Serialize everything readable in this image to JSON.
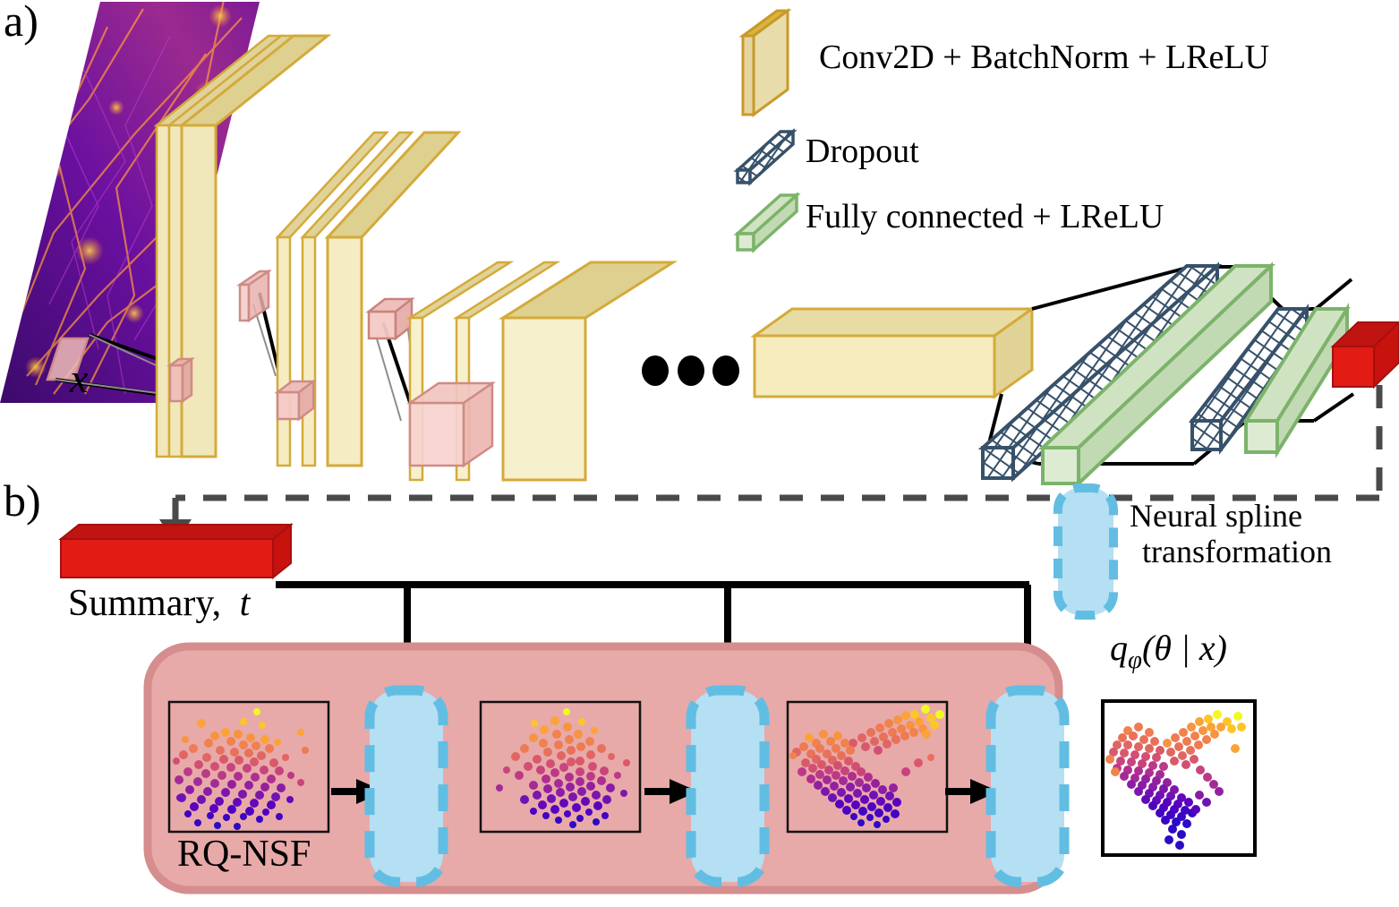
{
  "figure": {
    "type": "neural-network-architecture-diagram",
    "panels": [
      {
        "id": "a",
        "label": "a)",
        "description": "Convolutional summary network mapping input field x to a summary vector t"
      },
      {
        "id": "b",
        "label": "b)",
        "description": "Normalizing-flow posterior estimator conditioned on the summary"
      }
    ]
  },
  "legend": {
    "items": [
      {
        "key": "conv",
        "label": "Conv2D + BatchNorm + LReLU",
        "icon": "conv-slab-icon",
        "fill": "#eadfae",
        "stroke": "#d4aa3a"
      },
      {
        "key": "dropout",
        "label": "Dropout",
        "icon": "dropout-hatched-tube-icon",
        "fill": "#ffffff",
        "stroke": "#37516a"
      },
      {
        "key": "fc",
        "label": "Fully connected + LReLU",
        "icon": "fc-tube-icon",
        "fill": "#cfe3c3",
        "stroke": "#7cb36a"
      }
    ]
  },
  "panel_a": {
    "input_label": "x",
    "input_image_name": "cosmic-web-density-field",
    "ellipsis": "•••",
    "blocks": {
      "conv_stack_1": {
        "count": 3,
        "name": "conv-stack-1"
      },
      "conv_stack_2": {
        "count": 3,
        "name": "conv-stack-2"
      },
      "conv_stack_3": {
        "count": 3,
        "name": "conv-stack-3"
      },
      "flat_conv": {
        "count": 1,
        "name": "flattened-conv-block"
      },
      "dropout_1": {
        "name": "dropout-layer-1"
      },
      "fc_1": {
        "name": "fully-connected-layer-1"
      },
      "dropout_2": {
        "name": "dropout-layer-2"
      },
      "fc_2": {
        "name": "fully-connected-layer-2"
      },
      "summary_out": {
        "name": "summary-output-block",
        "color": "#e21b15"
      }
    },
    "kernel_patch_color": "#e8a0a0"
  },
  "panel_b": {
    "summary_label": "Summary,",
    "summary_symbol": "t",
    "summary_color": "#e21b15",
    "container_label": "RQ-NSF",
    "container_color": "#e8a9a9",
    "spline_legend_label_line1": "Neural spline",
    "spline_legend_label_line2": "transformation",
    "spline_fill": "#b5dff2",
    "spline_stroke": "#62bde3",
    "posterior_label": "q",
    "posterior_label_sub": "φ",
    "posterior_label_rest": "(θ | x)",
    "spline_block_count": 3,
    "scatter_panel_count": 3
  },
  "chart_data": [
    {
      "type": "scatter",
      "name": "rqnsf-stage-1-samples",
      "title": "",
      "colormap": "plasma",
      "shape": "isotropic-gaussian-blob",
      "n_points": 520,
      "xlim": [
        0,
        1
      ],
      "ylim": [
        0,
        1
      ],
      "color_by": "y-coordinate",
      "center": [
        0.48,
        0.5
      ],
      "spread": [
        0.17,
        0.18
      ]
    },
    {
      "type": "scatter",
      "name": "rqnsf-stage-2-samples",
      "title": "",
      "colormap": "plasma",
      "shape": "skewed-peaked-blob",
      "n_points": 520,
      "xlim": [
        0,
        1
      ],
      "ylim": [
        0,
        1
      ],
      "color_by": "y-coordinate",
      "center": [
        0.47,
        0.52
      ],
      "spread": [
        0.19,
        0.19
      ]
    },
    {
      "type": "scatter",
      "name": "rqnsf-stage-3-samples",
      "title": "",
      "colormap": "plasma",
      "shape": "bimodal-elongated-plus-satellite-cluster",
      "n_points": 560,
      "xlim": [
        0,
        1
      ],
      "ylim": [
        0,
        1
      ],
      "color_by": "y-coordinate",
      "modes": [
        {
          "center": [
            0.36,
            0.48
          ],
          "spread": [
            0.15,
            0.16
          ],
          "weight": 0.75
        },
        {
          "center": [
            0.7,
            0.78
          ],
          "spread": [
            0.08,
            0.07
          ],
          "weight": 0.25
        }
      ]
    },
    {
      "type": "scatter",
      "name": "posterior-q-phi-samples",
      "title": "",
      "colormap": "plasma",
      "shape": "v-shaped-checkmark-distribution",
      "n_points": 900,
      "xlim": [
        0,
        1
      ],
      "ylim": [
        0,
        1
      ],
      "color_by": "y-coordinate"
    }
  ]
}
